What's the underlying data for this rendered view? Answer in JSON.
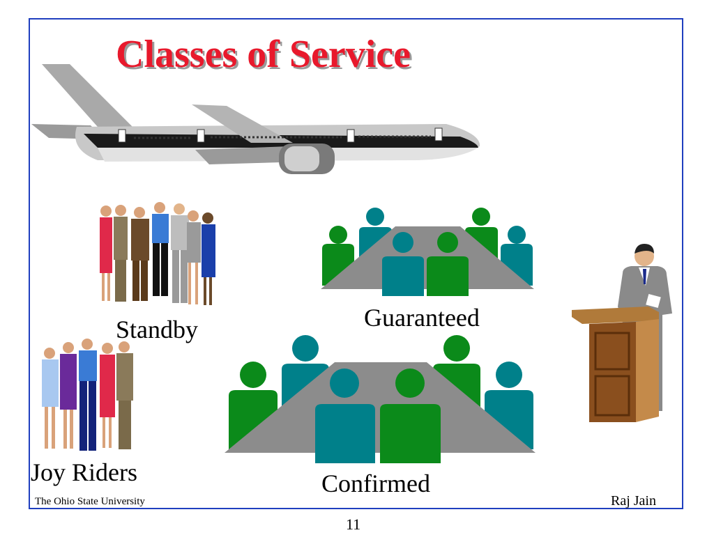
{
  "slide": {
    "title": "Classes of Service",
    "labels": {
      "standby": "Standby",
      "guaranteed": "Guaranteed",
      "joy_riders": "Joy Riders",
      "confirmed": "Confirmed"
    },
    "footer": {
      "left": "The Ohio State University",
      "right": "Raj Jain",
      "page_number": "11"
    },
    "colors": {
      "title": "#e8192c",
      "border": "#1f3fbf",
      "teal": "#00808a",
      "green": "#0b8a1a",
      "table": "#8c8c8c"
    }
  }
}
